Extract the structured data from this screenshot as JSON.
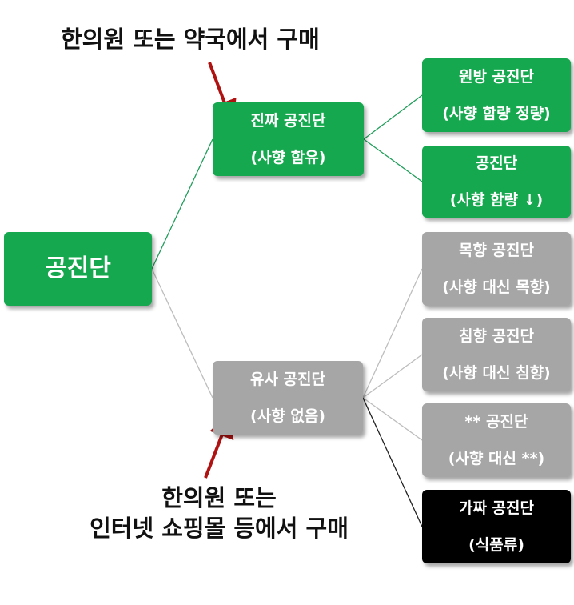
{
  "colors": {
    "green": "#16a84f",
    "gray": "#a6a6a6",
    "black": "#000000",
    "arrow": "#b01212",
    "link_green": "#1f9e5a",
    "link_gray": "#bdbdbd",
    "link_black": "#222222"
  },
  "nodes": {
    "root": {
      "l1": "공진단"
    },
    "genuine": {
      "l1": "진짜 공진단",
      "l2": "(사향 함유)"
    },
    "original": {
      "l1": "원방 공진단",
      "l2": "(사향 함량 정량)"
    },
    "reduced": {
      "l1": "공진단",
      "l2": "(사향 함량 ↓)"
    },
    "similar": {
      "l1": "유사 공진단",
      "l2": "(사향 없음)"
    },
    "mokhyang": {
      "l1": "목향 공진단",
      "l2": "(사향 대신 목향)"
    },
    "chimhyang": {
      "l1": "침향 공진단",
      "l2": "(사향 대신 침향)"
    },
    "starstar": {
      "l1": "** 공진단",
      "l2": "(사향 대신 **)"
    },
    "fake": {
      "l1": "가짜 공진단",
      "l2": "(식품류)"
    }
  },
  "notes": {
    "top": "한의원 또는 약국에서 구매",
    "bottom_l1": "한의원 또는",
    "bottom_l2": "인터넷 쇼핑몰 등에서 구매"
  }
}
